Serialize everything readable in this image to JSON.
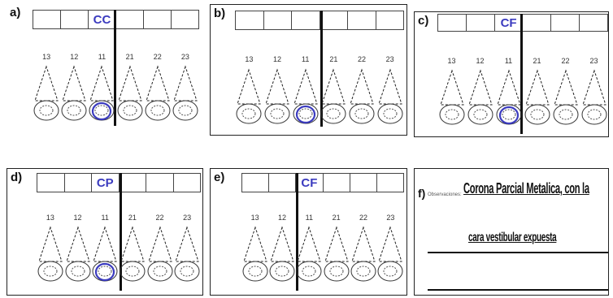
{
  "panels": [
    {
      "label": "a)",
      "tag": "CC",
      "tag_cell": 2,
      "circle_tooth": 2,
      "numbers": [
        "13",
        "12",
        "11",
        "21",
        "22",
        "23"
      ]
    },
    {
      "label": "b)",
      "tag": "",
      "tag_cell": -1,
      "circle_tooth": 2,
      "numbers": [
        "13",
        "12",
        "11",
        "21",
        "22",
        "23"
      ]
    },
    {
      "label": "c)",
      "tag": "CF",
      "tag_cell": 2,
      "circle_tooth": 2,
      "numbers": [
        "13",
        "12",
        "11",
        "21",
        "22",
        "23"
      ]
    },
    {
      "label": "d)",
      "tag": "CP",
      "tag_cell": 2,
      "circle_tooth": 2,
      "numbers": [
        "13",
        "12",
        "11",
        "21",
        "22",
        "23"
      ]
    },
    {
      "label": "e)",
      "tag": "CF",
      "tag_cell": 2,
      "circle_tooth": -1,
      "numbers": [
        "13",
        "12",
        "11",
        "21",
        "22",
        "23"
      ]
    }
  ],
  "observation": {
    "label": "f)",
    "field_label": "Observaciones:",
    "line1": "Corona Parcial Metalica, con la",
    "line2": "cara vestibular expuesta"
  },
  "colors": {
    "mark": "#3b3bbf",
    "line": "#111111"
  }
}
